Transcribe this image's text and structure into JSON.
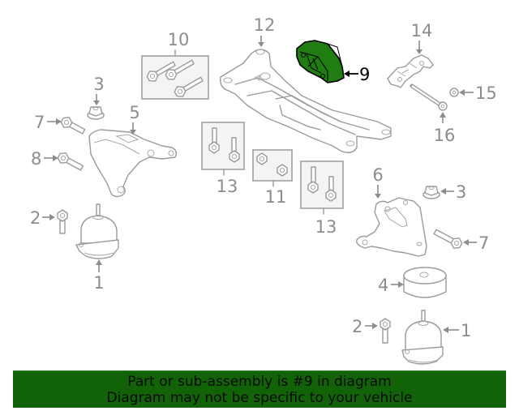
{
  "diagram": {
    "highlighted_part": "9",
    "highlight_color": "#1f7d12",
    "callouts": {
      "c1_left": "1",
      "c1_right": "1",
      "c2_left": "2",
      "c2_right": "2",
      "c3_left": "3",
      "c3_right": "3",
      "c4": "4",
      "c5": "5",
      "c6": "6",
      "c7_left": "7",
      "c7_right": "7",
      "c8": "8",
      "c9": "9",
      "c10": "10",
      "c11": "11",
      "c12": "12",
      "c13_left": "13",
      "c13_right": "13",
      "c14": "14",
      "c15": "15",
      "c16": "16"
    }
  },
  "banner": {
    "line1": "Part or sub-assembly is #9 in diagram",
    "line2": "Diagram may not be specific to your vehicle",
    "background": "#126208"
  }
}
